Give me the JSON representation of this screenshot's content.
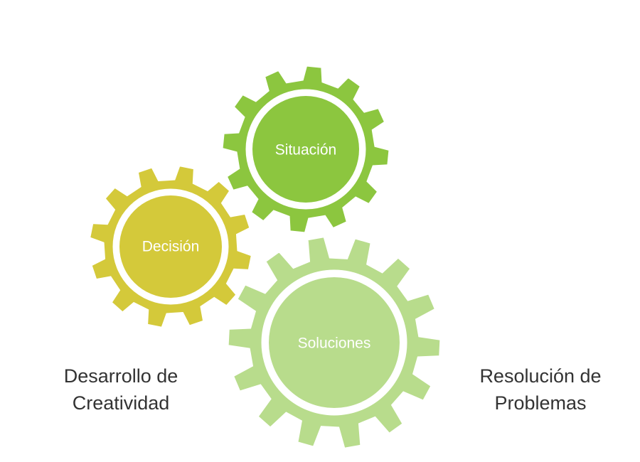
{
  "gears": [
    {
      "label": "Situación",
      "color": "#8cc63f",
      "teeth": 12
    },
    {
      "label": "Decisión",
      "color": "#d4c93a",
      "teeth": 12
    },
    {
      "label": "Soluciones",
      "color": "#b8dc8c",
      "teeth": 14
    }
  ],
  "labels": {
    "left": [
      "Desarrollo de",
      "Creatividad"
    ],
    "right": [
      "Resolución de",
      "Problemas"
    ]
  }
}
